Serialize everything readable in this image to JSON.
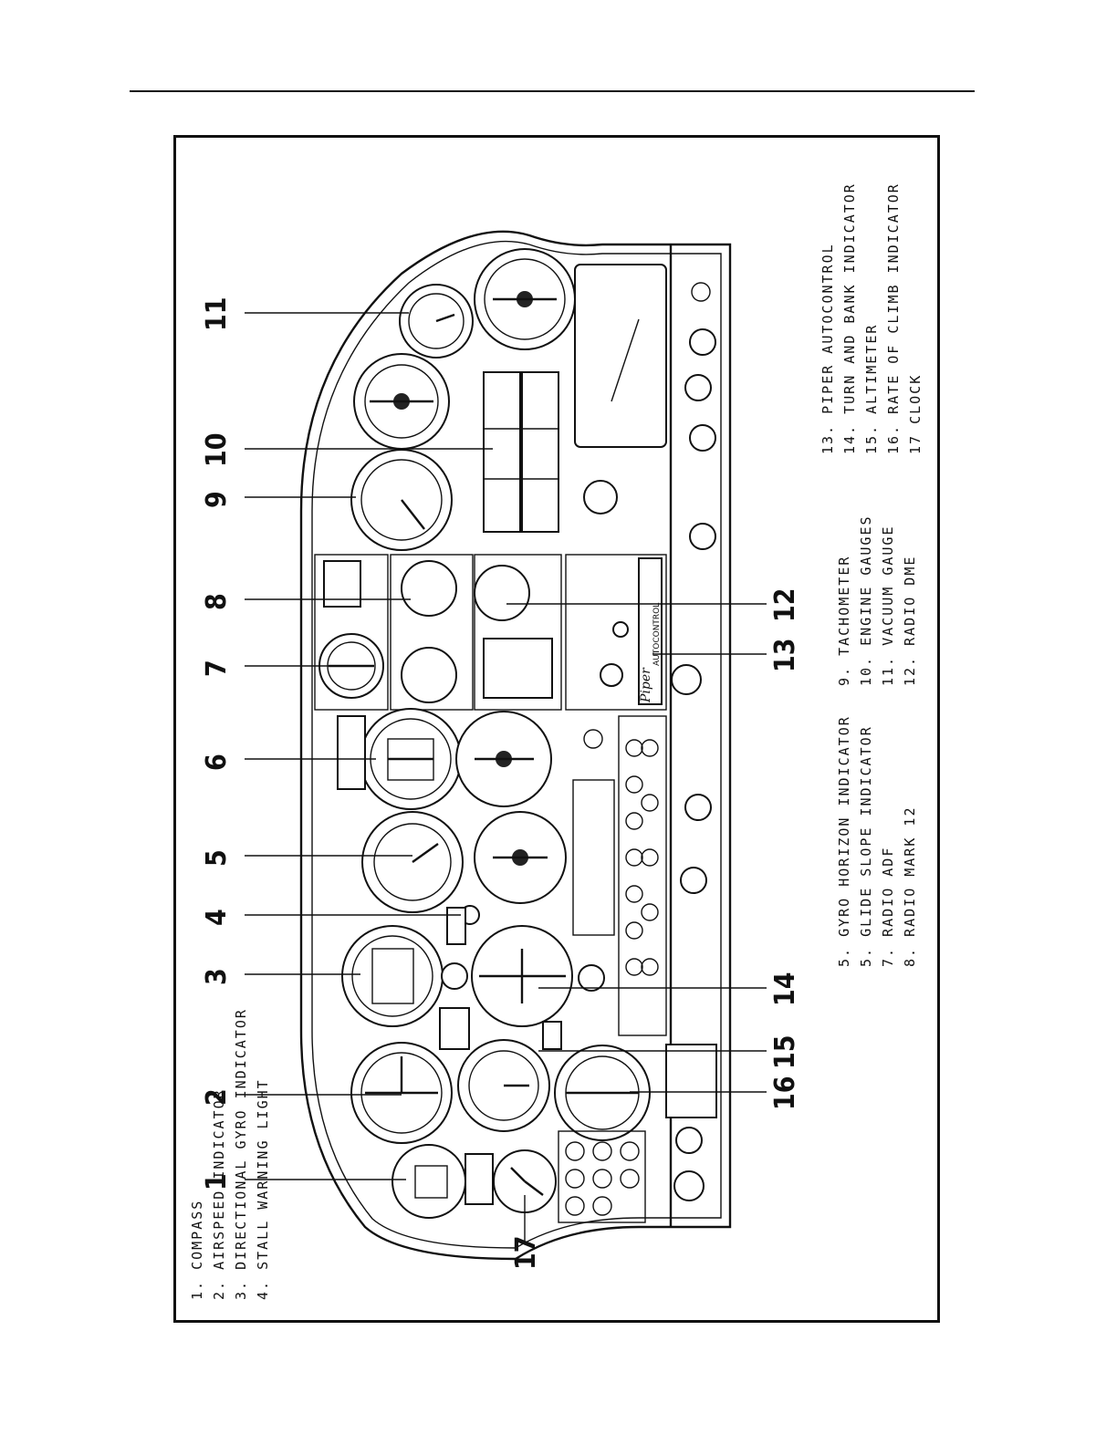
{
  "callouts": {
    "c1": "1",
    "c2": "2",
    "c3": "3",
    "c4": "4",
    "c5": "5",
    "c6": "6",
    "c7": "7",
    "c8": "8",
    "c9": "9",
    "c10": "10",
    "c11": "11",
    "c12": "12",
    "c13": "13",
    "c14": "14",
    "c15": "15",
    "c16": "16",
    "c17": "17"
  },
  "legend": {
    "col1": [
      "1.  COMPASS",
      "2.  AIRSPEED INDICATOR",
      "3.  DIRECTIONAL GYRO INDICATOR",
      "4.  STALL WARNING LIGHT"
    ],
    "col2": [
      "5.  GYRO HORIZON INDICATOR",
      "5.  GLIDE SLOPE INDICATOR",
      "7.  RADIO ADF",
      "8.  RADIO MARK 12"
    ],
    "col3": [
      "9.  TACHOMETER",
      "10.  ENGINE GAUGES",
      "11.  VACUUM GAUGE",
      "12.  RADIO DME"
    ],
    "col4": [
      "13.  PIPER AUTOCONTROL",
      "14.  TURN AND BANK INDICATOR",
      "15.  ALTIMETER",
      "16.  RATE OF CLIMB INDICATOR",
      "17   CLOCK"
    ]
  },
  "panel_labels": {
    "autocontrol_brand": "Piper",
    "autocontrol_model": "AUTOCONTROL"
  }
}
